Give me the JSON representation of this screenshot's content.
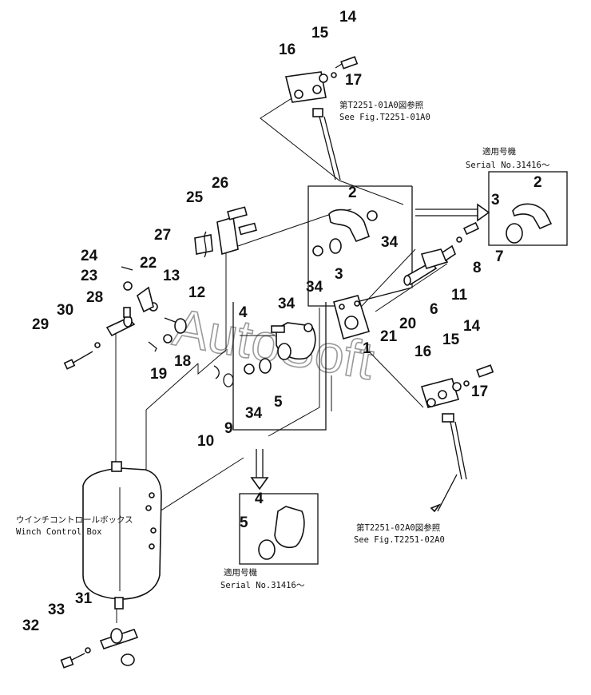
{
  "watermark": "AutoSoft",
  "part_numbers": {
    "n1": "1",
    "n2a": "2",
    "n2b": "2",
    "n3a": "3",
    "n3b": "3",
    "n4a": "4",
    "n4b": "4",
    "n5a": "5",
    "n5b": "5",
    "n6": "6",
    "n7": "7",
    "n8": "8",
    "n9": "9",
    "n10": "10",
    "n11": "11",
    "n12": "12",
    "n13": "13",
    "n14a": "14",
    "n14b": "14",
    "n15a": "15",
    "n15b": "15",
    "n16a": "16",
    "n16b": "16",
    "n17a": "17",
    "n17b": "17",
    "n18": "18",
    "n19": "19",
    "n20": "20",
    "n21": "21",
    "n22": "22",
    "n23": "23",
    "n24": "24",
    "n25": "25",
    "n26": "26",
    "n27": "27",
    "n28": "28",
    "n29": "29",
    "n30": "30",
    "n31": "31",
    "n32": "32",
    "n33": "33",
    "n34a": "34",
    "n34b": "34",
    "n34c": "34",
    "n34d": "34"
  },
  "notes": {
    "fig_ref_1_jp": "第T2251-01A0図参照",
    "fig_ref_1_en": "See Fig.T2251-01A0",
    "fig_ref_2_jp": "第T2251-02A0図参照",
    "fig_ref_2_en": "See Fig.T2251-02A0",
    "serial_1_jp": "適用号機",
    "serial_1_en": "Serial No.31416～",
    "serial_2_jp": "適用号機",
    "serial_2_en": "Serial No.31416～",
    "winch_jp": "ウインチコントロールボックス",
    "winch_en": "Winch Control Box"
  }
}
